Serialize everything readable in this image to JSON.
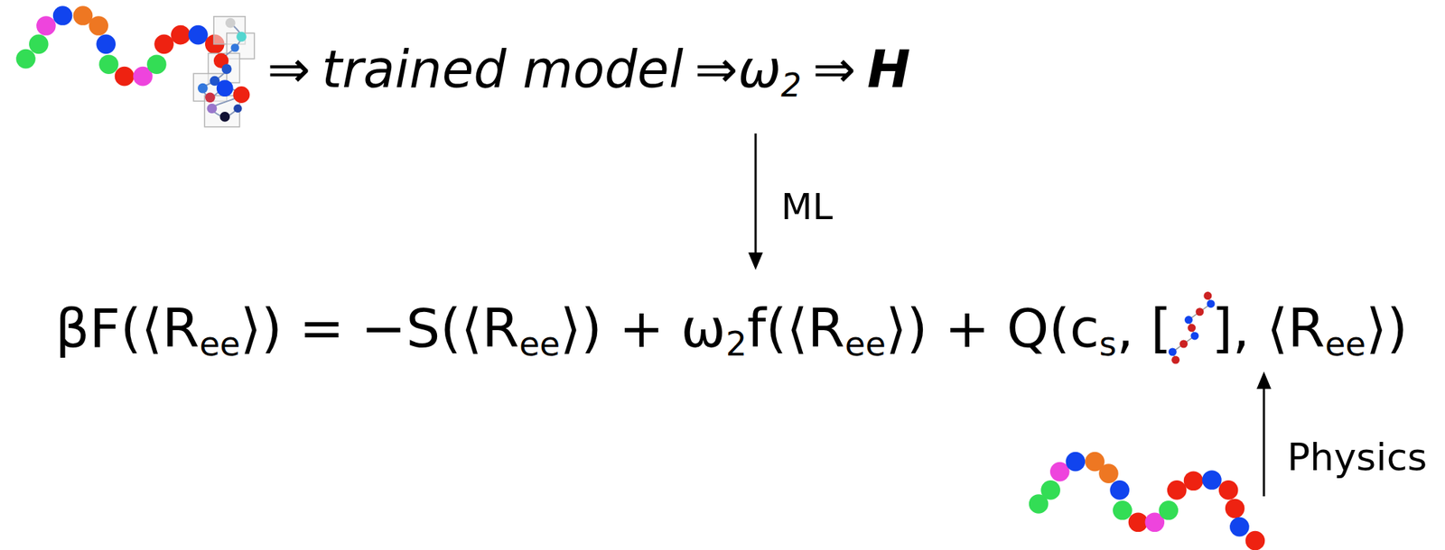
{
  "diagram": {
    "labels": [
      "⇒",
      "trained model",
      "⇒",
      "ω",
      "2",
      "⇒",
      "H",
      "ML",
      "βF(⟨R",
      "ee",
      "⟩) = −S(⟨R",
      "ee",
      "⟩) + ω",
      "2",
      "f(⟨R",
      "ee",
      "⟩) + Q(c",
      "s",
      ", [",
      "], ⟨R",
      "ee",
      "⟩)",
      "Physics"
    ]
  }
}
